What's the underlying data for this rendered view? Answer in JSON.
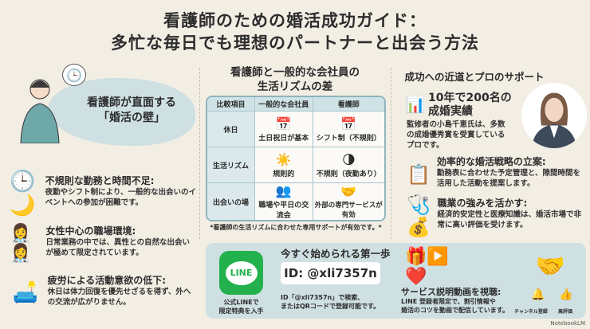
{
  "header": {
    "title_line1": "看護師のための婚活成功ガイド：",
    "title_line2": "多忙な毎日でも理想のパートナーと出会う方法"
  },
  "left": {
    "heading_line1": "看護師が直面する",
    "heading_line2": "「婚活の壁」",
    "items": [
      {
        "icon": "clock-moon-icon",
        "title": "不規則な勤務と時間不足:",
        "text": "夜勤やシフト制により、一般的な出会いのイベントへの参加が困難です。"
      },
      {
        "icon": "nurses-group-icon",
        "title": "女性中心の職場環境:",
        "text": "日常業務の中では、異性との自然な出会いが極めて限定されています。"
      },
      {
        "icon": "sofa-rest-icon",
        "title": "疲労による活動意欲の低下:",
        "text": "休日は体力回復を優先せざるを得ず、外への交流が広がりません。"
      }
    ]
  },
  "middle": {
    "title_line1": "看護師と一般的な会社員の",
    "title_line2": "生活リズムの差",
    "columns": [
      "比較項目",
      "一般的な会社員",
      "看護師"
    ],
    "rows": [
      {
        "label": "休日",
        "office": "土日祝日が基本",
        "office_icon": "calendar-icon",
        "nurse": "シフト制（不規則）",
        "nurse_icon": "calendar-icon"
      },
      {
        "label": "生活リズム",
        "office": "規則的",
        "office_icon": "sun-icon",
        "nurse": "不規則（夜勤あり）",
        "nurse_icon": "sun-moon-icon"
      },
      {
        "label": "出会いの場",
        "office": "職場や平日の交流会",
        "office_icon": "meeting-icon",
        "nurse": "外部の専門サービスが有効",
        "nurse_icon": "handshake-icon"
      }
    ],
    "caption": "*看護師の生活リズムに合わせた専用サポートが有効です。*"
  },
  "right": {
    "title": "成功への近道とプロのサポート",
    "stat_line1": "10年で200名の",
    "stat_line2": "成婚実績",
    "stat_text": "監修者の小島千恵氏は、多数の成婚優秀賞を受賞しているプロです。",
    "items": [
      {
        "icon": "clipboard-strategy-icon",
        "title": "効率的な婚活戦略の立案:",
        "text": "勤務表に合わせた予定管理と、隙間時間を活用した活動を提案します。"
      },
      {
        "icon": "stethoscope-money-icon",
        "title": "職業の強みを活かす:",
        "text": "経済的安定性と医療知識は、婚活市場で非常に高い評価を受けます。"
      }
    ]
  },
  "bottom": {
    "line_logo": "LINE",
    "line_caption_line1": "公式LINEで",
    "line_caption_line2": "限定特典を入手",
    "step_title": "今すぐ始められる第一歩",
    "id": "ID: @xli7357n",
    "id_text_line1": "ID「@xli7357n」で検索、",
    "id_text_line2": "またはQRコードで登録可能です。",
    "video_title": "サービス説明動画を視聴:",
    "video_text_line1": "LINE 登録者限定で、割引情報や",
    "video_text_line2": "婚活のコツを動画で配信しています。",
    "subscribe_label": "チャンネル登録",
    "like_label": "高評価"
  },
  "watermark": "NotebookLM",
  "colors": {
    "background": "#f3eee4",
    "accent_teal": "#cfe0e3",
    "line_green": "#22b14c"
  }
}
